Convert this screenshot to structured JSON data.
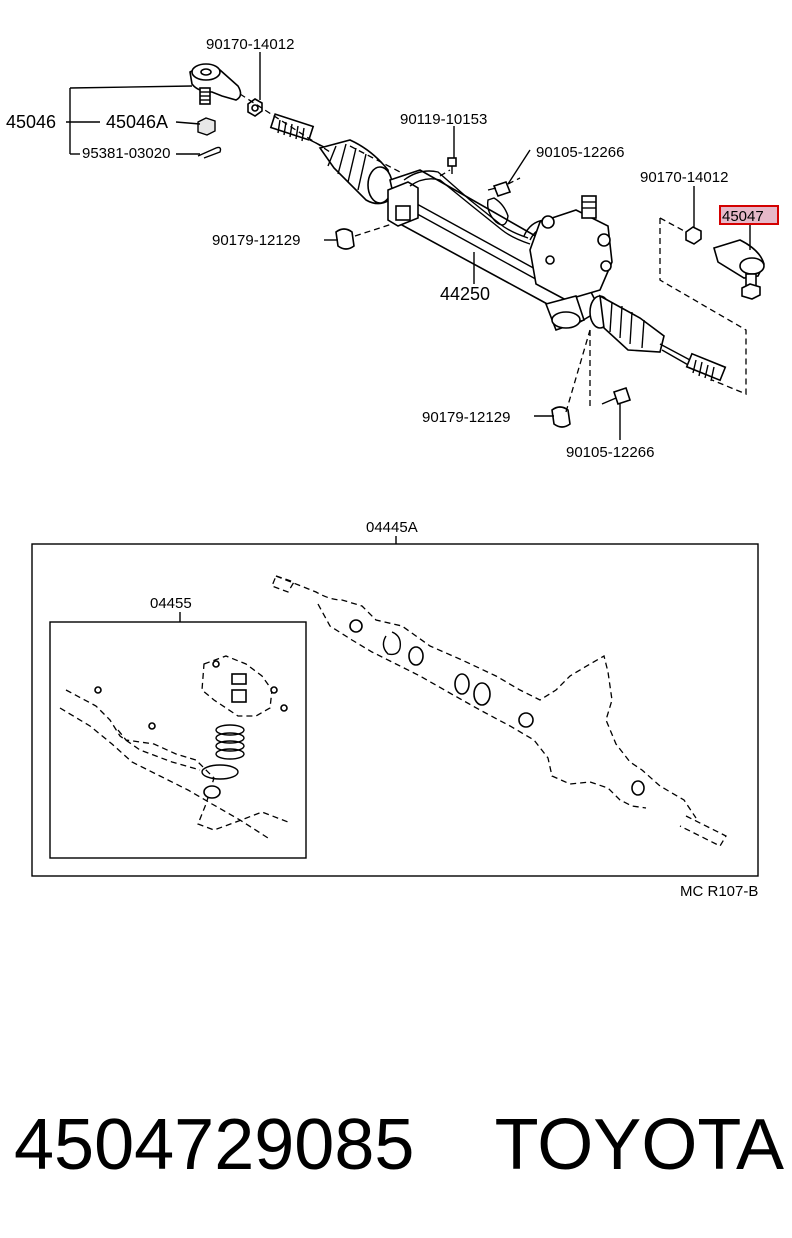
{
  "labels": {
    "top_left_nut": "90170-14012",
    "tie_rod_end_lh": "45046",
    "tie_rod_end_lh_sub": "45046A",
    "cotter_pin": "95381-03020",
    "union_bolt": "90119-10153",
    "bolt_upper": "90105-12266",
    "right_nut": "90170-14012",
    "tie_rod_end_rh": "45047",
    "grommet_left": "90179-12129",
    "gear_assy": "44250",
    "grommet_right": "90179-12129",
    "bolt_lower": "90105-12266",
    "gasket_kit": "04445A",
    "seal_kit": "04455",
    "ref_code": "MC R107-B"
  },
  "footer": {
    "part_number": "4504729085",
    "brand": "TOYOTA"
  },
  "colors": {
    "highlight_fill": "#e6b8c8",
    "highlight_border": "#d40000"
  }
}
